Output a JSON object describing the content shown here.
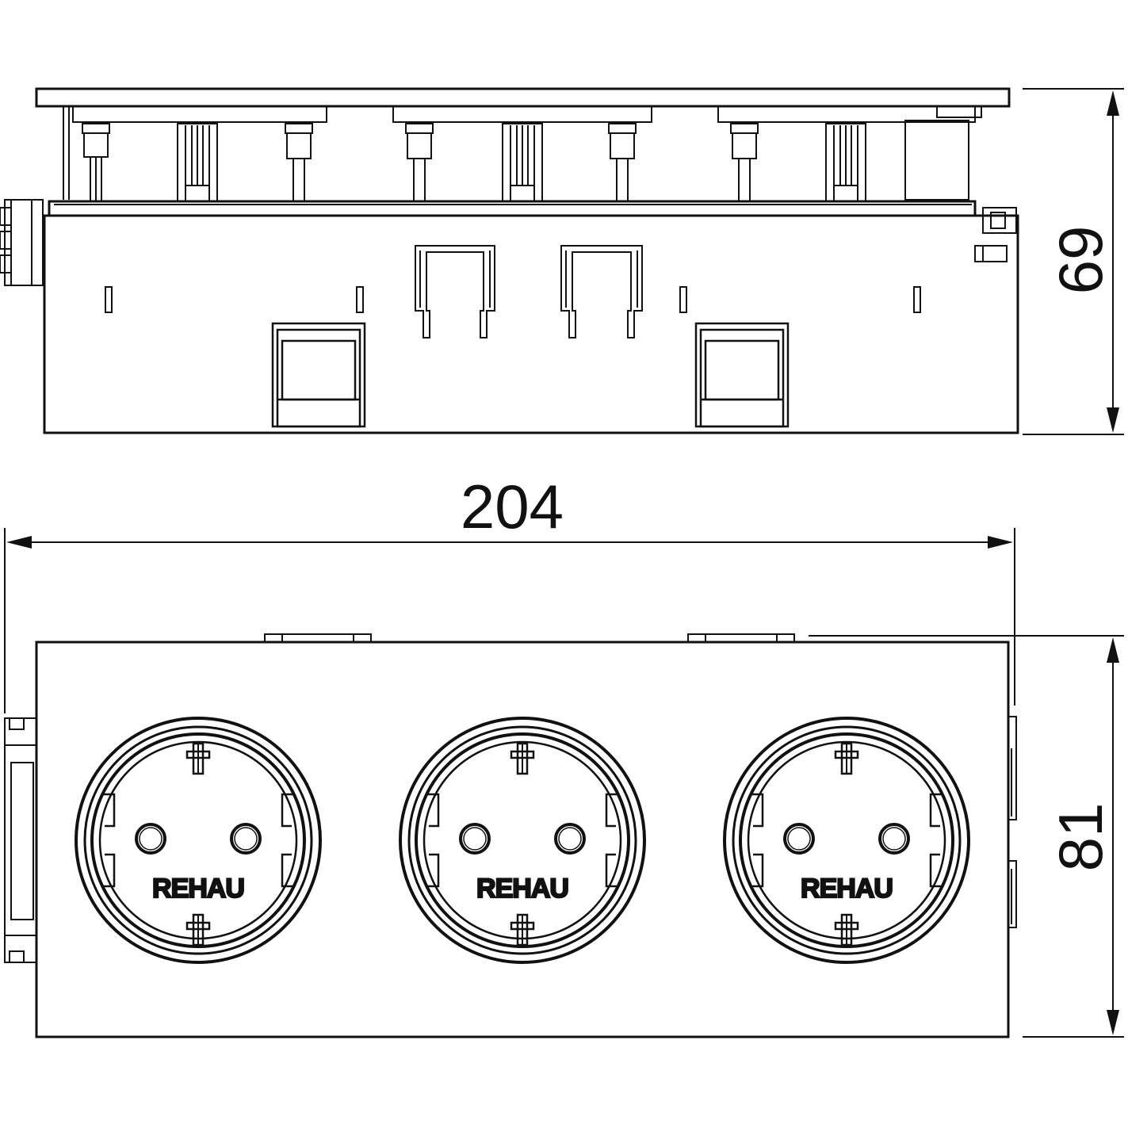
{
  "dimensions": {
    "height_side_view": "69",
    "width": "204",
    "depth_top_view": "81"
  },
  "outlets": [
    {
      "brand_label": "REHAU"
    },
    {
      "brand_label": "REHAU"
    },
    {
      "brand_label": "REHAU"
    }
  ]
}
